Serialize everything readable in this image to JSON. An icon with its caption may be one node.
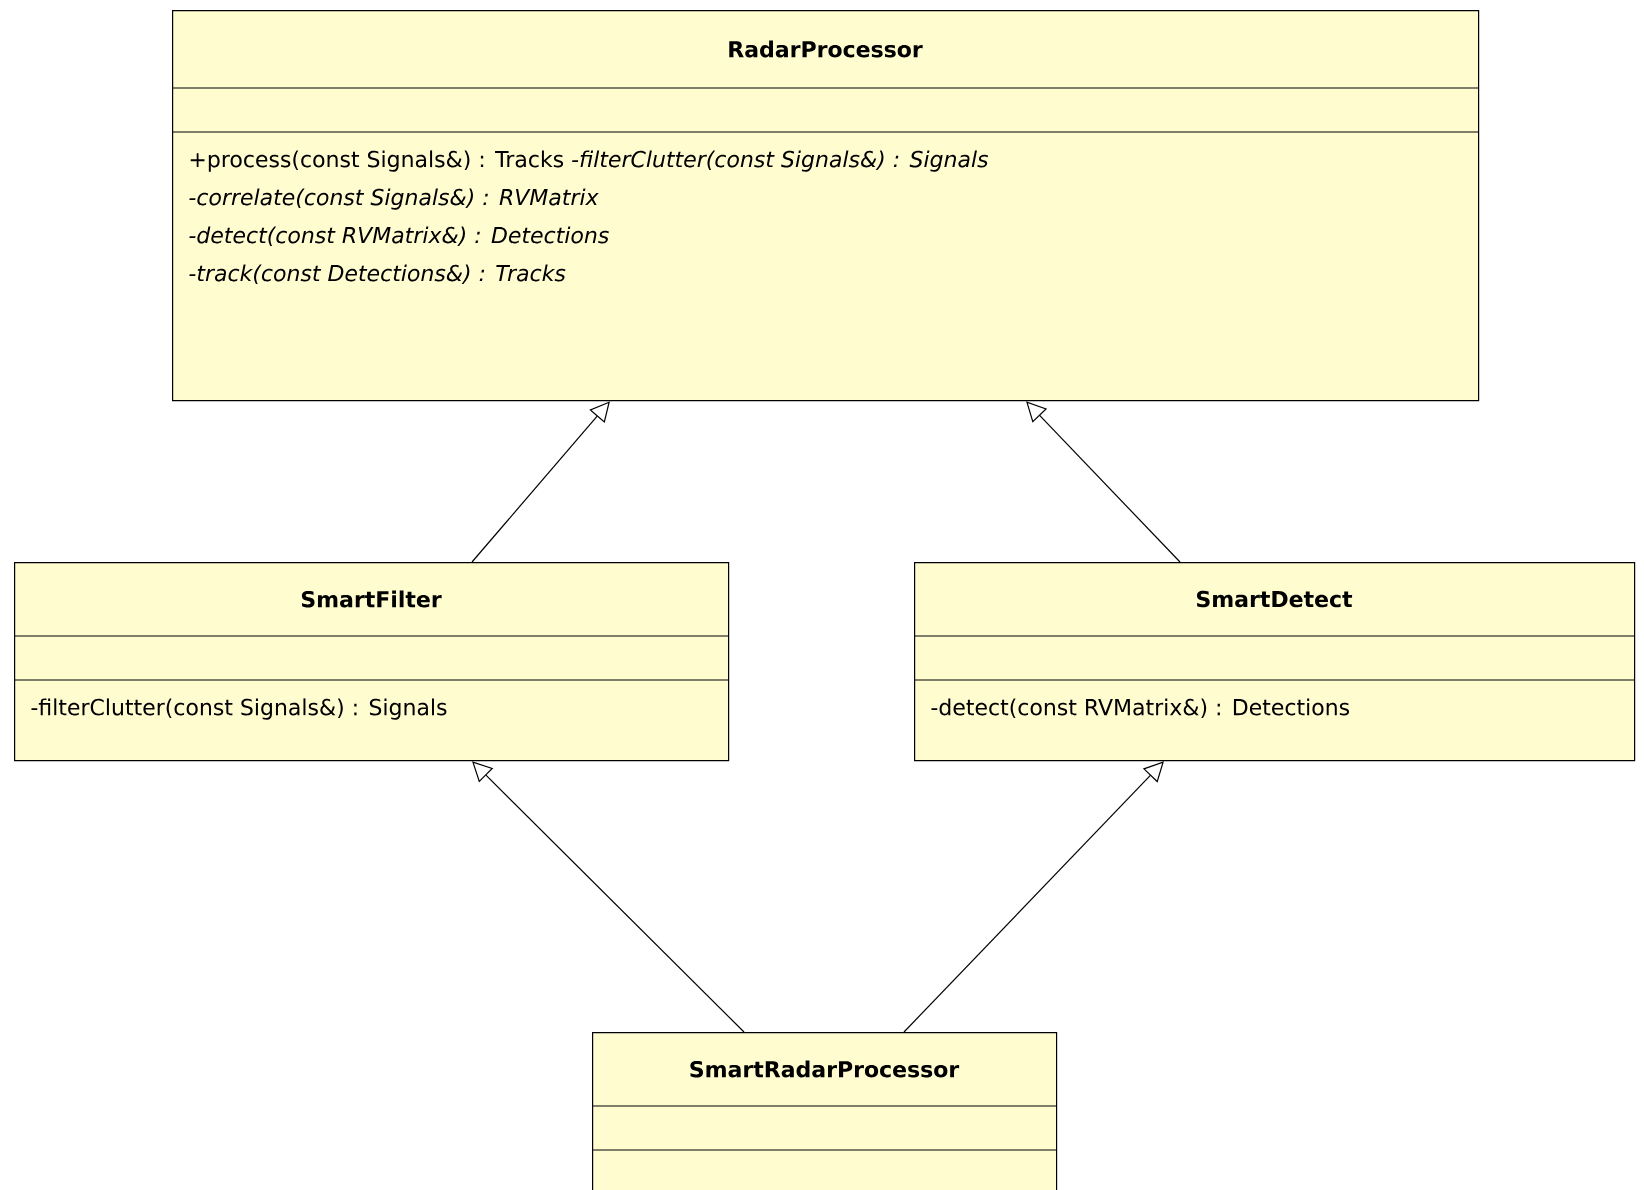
{
  "diagram": {
    "nodes": [
      {
        "text": [
          "RadarProcessor",
          "+process(const Signals&) : Tracks *-filterClutter(const Signals&) : Signals*",
          "-correlate(const Signals&) : RVMatrix",
          "-detect(const RVMatrix&) : Detections",
          "-track(const Detections&) : Tracks"
        ]
      },
      {
        "text": [
          "SmartFilter",
          "-filterClutter(const Signals&) : Signals"
        ]
      },
      {
        "text": [
          "SmartDetect",
          "-detect(const RVMatrix&) : Detections"
        ]
      },
      {
        "text": [
          "SmartRadarProcessor"
        ]
      }
    ],
    "edges": [
      {
        "from": 1,
        "to": 0,
        "arrow": "to"
      },
      {
        "from": 2,
        "to": 0,
        "arrow": "to"
      },
      {
        "from": 3,
        "to": 1,
        "arrow": "to"
      },
      {
        "from": 3,
        "to": 2,
        "arrow": "to"
      }
    ]
  }
}
